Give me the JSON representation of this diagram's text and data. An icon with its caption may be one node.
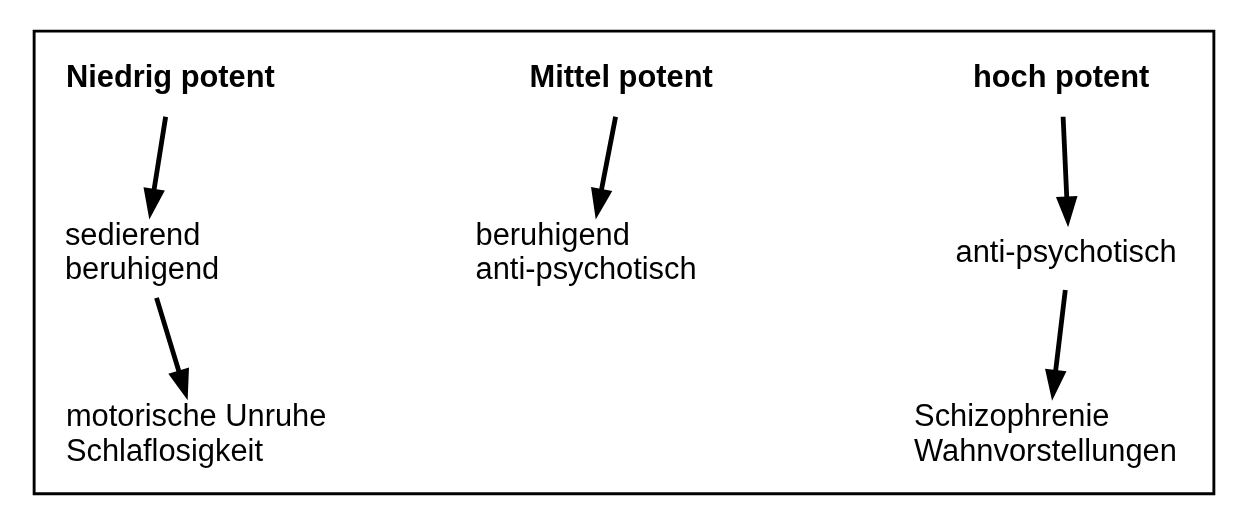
{
  "diagram": {
    "nodes": [
      {
        "text": [],
        "shape": "box"
      },
      {
        "text": [
          "Niedrig potent"
        ],
        "in": 0
      },
      {
        "text": [
          "Mittel potent"
        ],
        "in": 0
      },
      {
        "text": [
          "hoch potent"
        ],
        "in": 0
      },
      {
        "text": [
          "sedierend",
          "beruhigend"
        ],
        "in": 0
      },
      {
        "text": [
          "beruhigend",
          "anti-psychotisch"
        ],
        "in": 0
      },
      {
        "text": [
          "anti-psychotisch"
        ],
        "in": 0
      },
      {
        "text": [
          "motorische Unruhe",
          "Schlaflosigkeit"
        ],
        "in": 0
      },
      {
        "text": [
          "Schizophrenie",
          "Wahnvorstellungen"
        ],
        "in": 0
      }
    ],
    "edges": [
      {
        "from": 1,
        "to": 4,
        "arrow": "to"
      },
      {
        "from": 2,
        "to": 5,
        "arrow": "to"
      },
      {
        "from": 3,
        "to": 6,
        "arrow": "to"
      },
      {
        "from": 4,
        "to": 7,
        "arrow": "to"
      },
      {
        "from": 6,
        "to": 8,
        "arrow": "to"
      }
    ]
  }
}
